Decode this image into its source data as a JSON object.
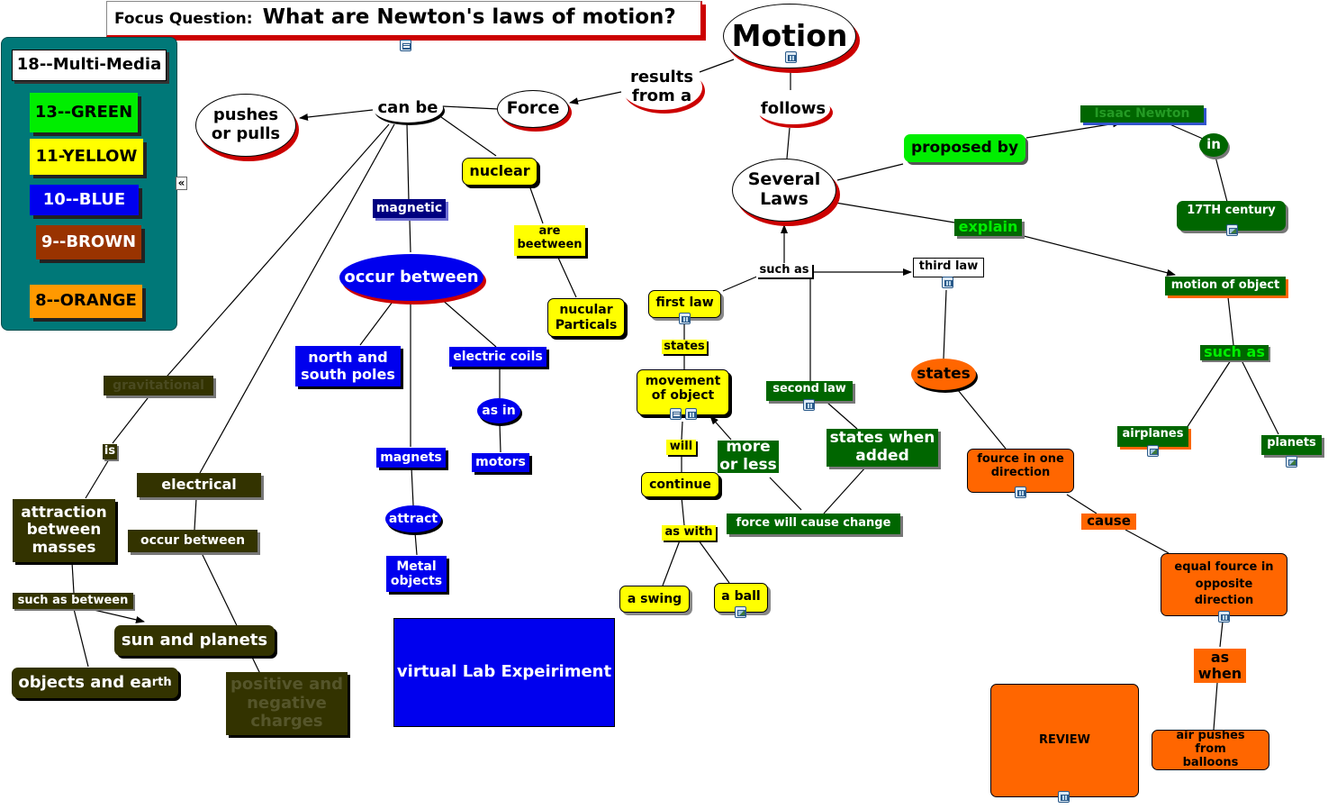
{
  "focus_question": {
    "label": "Focus Question:",
    "question": "What are Newton's laws of motion?"
  },
  "legend": {
    "title": "18--Multi-Media",
    "items": [
      {
        "label": "13--GREEN",
        "color": "#00ee00"
      },
      {
        "label": "11-YELLOW",
        "color": "#ffff00"
      },
      {
        "label": "10--BLUE",
        "color": "#0000ee"
      },
      {
        "label": "9--BROWN",
        "color": "#993300"
      },
      {
        "label": "8--ORANGE",
        "color": "#ff9900"
      }
    ],
    "collapse_glyph": "«"
  },
  "nodes": {
    "motion": "Motion",
    "results_from_a": "results from a",
    "follows": "follows",
    "force": "Force",
    "can_be": "can be",
    "pushes_or_pulls": "pushes or pulls",
    "nuclear": "nuclear",
    "are_between": "are beetween",
    "nuclear_particles": "nucular Particals",
    "magnetic": "magnetic",
    "occur_between_blue": "occur between",
    "north_south_poles": "north and south poles",
    "electric_coils": "electric coils",
    "as_in": "as in",
    "motors": "motors",
    "magnets": "magnets",
    "attract": "attract",
    "metal_objects": "Metal objects",
    "gravitational": "gravitational",
    "is": "is",
    "attraction_between_masses": "attraction between masses",
    "such_as_between": "such as between",
    "sun_and_planets": "sun and planets",
    "objects_and_earth_main": "objects and ea",
    "objects_and_earth_small": "rth",
    "electrical": "electrical",
    "occur_between_brown": "occur between",
    "positive_negative": "positive and negative charges",
    "virtual_lab": "virtual Lab Expeiriment",
    "several_laws": "Several Laws",
    "proposed_by": "proposed by",
    "isaac_newton": "Isaac Newton",
    "in": "in",
    "seventeenth_century": "17TH century",
    "explain": "explain",
    "motion_of_object": "motion of object",
    "such_as_green": "such as",
    "airplanes": "airplanes",
    "planets": "planets",
    "such_as_laws": "such as",
    "third_law": "third law",
    "states_orange": "states",
    "force_one_direction": "fource in one direction",
    "cause": "cause",
    "equal_force": "equal fource in opposite direction",
    "as_when": "as when",
    "air_pushes": "air pushes from balloons",
    "review": "REVIEW",
    "first_law": "first law",
    "states_yellow": "states",
    "movement_of_object": "movement of object",
    "will": "will",
    "continue": "continue",
    "as_with": "as with",
    "a_swing": "a swing",
    "a_ball": "a ball",
    "second_law": "second law",
    "states_when_added": "states when added",
    "more_or_less": "more or less",
    "force_will_cause_change": "force will cause change"
  },
  "icons": [
    "document-icon",
    "movie-icon",
    "movie-icon",
    "movie-icon",
    "movie-icon",
    "image-icon",
    "image-icon",
    "image-icon",
    "image-icon",
    "movie-icon",
    "movie-icon",
    "movie-icon",
    "movie-icon"
  ],
  "colors": {
    "yellow": "#ffff00",
    "blue": "#0000ee",
    "navy": "#000080",
    "green": "#006600",
    "bright_green": "#00ee00",
    "olive": "#333300",
    "orange": "#ff6600",
    "teal": "#007878",
    "red_shadow": "#cc0000"
  }
}
